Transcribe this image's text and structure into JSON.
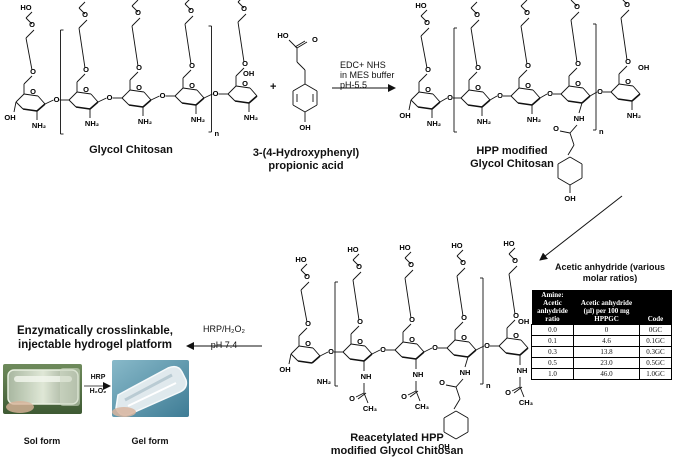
{
  "reactants": {
    "glycol_chitosan": "Glycol Chitosan",
    "hpp_acid_line1": "3-(4-Hydroxyphenyl)",
    "hpp_acid_line2": "propionic acid",
    "plus": "+"
  },
  "step1": {
    "reagent_line1": "EDC+ NHS",
    "reagent_line2": "in MES buffer",
    "reagent_line3": "pH-5.5"
  },
  "product1": {
    "line1": "HPP modified",
    "line2": "Glycol Chitosan"
  },
  "step2": {
    "line1": "Acetic anhydride (various",
    "line2": "molar ratios)"
  },
  "product2": {
    "line1": "Reacetylated HPP",
    "line2": "modified Glycol Chitosan"
  },
  "step3": {
    "reagent_line1": "HRP/H₂O₂",
    "reagent_line2": "pH 7.4"
  },
  "platform": {
    "line1": "Enzymatically crosslinkable,",
    "line2": "injectable hydrogel platform"
  },
  "photos": {
    "sol_label": "Sol form",
    "gel_label": "Gel form",
    "arrow_line1": "HRP",
    "arrow_line2": "H₂O₂"
  },
  "atoms": {
    "oh": "OH",
    "ho": "HO",
    "o": "O",
    "nh2": "NH₂",
    "nh": "NH",
    "ch3": "CH₃",
    "n": "n"
  },
  "table": {
    "headers": [
      "Amine: Acetic anhydride ratio",
      "Acetic anhydride (µl) per 100 mg HPPGC",
      "Code"
    ],
    "rows": [
      [
        "0.0",
        "0",
        "0GC"
      ],
      [
        "0.1",
        "4.6",
        "0.1GC"
      ],
      [
        "0.3",
        "13.8",
        "0.3GC"
      ],
      [
        "0.5",
        "23.0",
        "0.5GC"
      ],
      [
        "1.0",
        "46.0",
        "1.0GC"
      ]
    ]
  }
}
